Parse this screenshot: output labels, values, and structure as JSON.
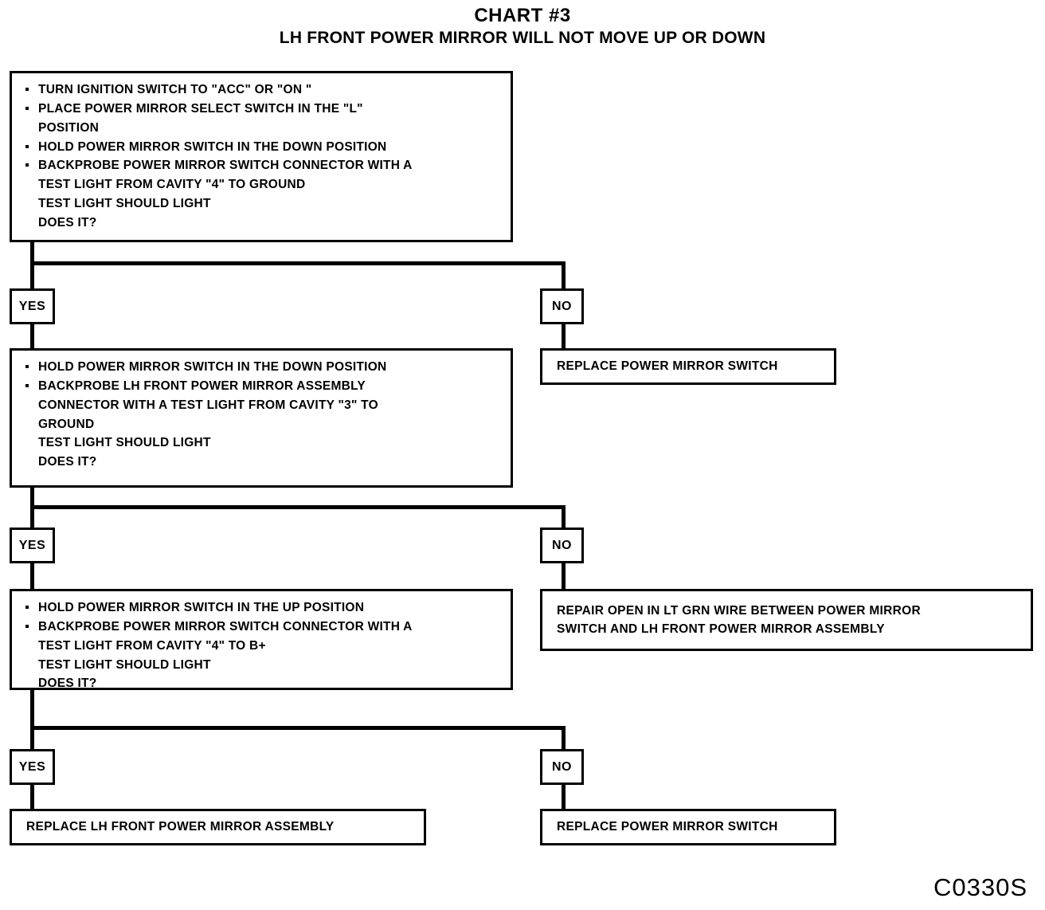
{
  "chart_data": {
    "type": "table",
    "title": "CHART #3",
    "subtitle": "LH FRONT POWER MIRROR WILL NOT MOVE UP OR DOWN",
    "diagram_kind": "troubleshooting-flowchart",
    "nodes": [
      {
        "id": "step1",
        "kind": "decision",
        "lines": [
          "TURN IGNITION SWITCH TO \"ACC\" OR \"ON \"",
          "PLACE POWER MIRROR SELECT SWITCH IN THE \"L\"",
          "POSITION",
          "HOLD POWER MIRROR SWITCH IN THE DOWN POSITION",
          "BACKPROBE POWER MIRROR SWITCH CONNECTOR WITH A",
          "TEST LIGHT FROM CAVITY \"4\" TO GROUND",
          "TEST LIGHT SHOULD LIGHT",
          "DOES IT?"
        ]
      },
      {
        "id": "step2",
        "kind": "decision",
        "lines": [
          "HOLD POWER MIRROR SWITCH IN THE DOWN POSITION",
          "BACKPROBE LH FRONT POWER MIRROR ASSEMBLY",
          "CONNECTOR WITH A TEST LIGHT FROM CAVITY \"3\" TO",
          "GROUND",
          "TEST LIGHT SHOULD LIGHT",
          "DOES IT?"
        ]
      },
      {
        "id": "step3",
        "kind": "decision",
        "lines": [
          "HOLD POWER MIRROR SWITCH IN THE UP POSITION",
          "BACKPROBE POWER MIRROR SWITCH CONNECTOR WITH A",
          "TEST LIGHT FROM CAVITY \"4\" TO B+",
          "TEST LIGHT SHOULD LIGHT",
          "DOES IT?"
        ]
      },
      {
        "id": "action1",
        "kind": "action",
        "text": "REPLACE POWER MIRROR SWITCH"
      },
      {
        "id": "action2",
        "kind": "action",
        "text": "REPAIR OPEN IN LT GRN WIRE BETWEEN POWER MIRROR SWITCH AND LH FRONT POWER MIRROR ASSEMBLY"
      },
      {
        "id": "action3",
        "kind": "action",
        "text": "REPLACE LH FRONT POWER MIRROR ASSEMBLY"
      },
      {
        "id": "action4",
        "kind": "action",
        "text": "REPLACE POWER MIRROR SWITCH"
      }
    ],
    "edge_labels": [
      "YES",
      "NO",
      "YES",
      "NO",
      "YES",
      "NO"
    ],
    "line_color": "#000000",
    "background": "#ffffff"
  },
  "header": {
    "title": "CHART #3",
    "subtitle": "LH FRONT POWER MIRROR WILL NOT MOVE UP OR DOWN"
  },
  "step1": {
    "b1": "TURN IGNITION SWITCH TO \"ACC\" OR \"ON \"",
    "b2": "PLACE POWER MIRROR SELECT SWITCH IN THE \"L\"",
    "b2c": "POSITION",
    "b3": "HOLD POWER MIRROR SWITCH IN THE DOWN POSITION",
    "b4": "BACKPROBE POWER MIRROR SWITCH CONNECTOR WITH A",
    "b4c1": "TEST LIGHT FROM CAVITY \"4\" TO GROUND",
    "b4c2": "TEST LIGHT SHOULD LIGHT",
    "b4c3": "DOES IT?"
  },
  "step2": {
    "b1": "HOLD POWER MIRROR SWITCH IN THE DOWN POSITION",
    "b2": "BACKPROBE LH FRONT POWER MIRROR ASSEMBLY",
    "b2c1": "CONNECTOR WITH A TEST LIGHT FROM CAVITY \"3\" TO",
    "b2c2": "GROUND",
    "b2c3": "TEST LIGHT SHOULD LIGHT",
    "b2c4": "DOES IT?"
  },
  "step3": {
    "b1": "HOLD POWER MIRROR SWITCH IN THE UP POSITION",
    "b2": "BACKPROBE POWER MIRROR SWITCH CONNECTOR WITH A",
    "b2c1": "TEST LIGHT FROM CAVITY \"4\" TO B+",
    "b2c2": "TEST LIGHT SHOULD LIGHT",
    "b2c3": "DOES IT?"
  },
  "branches": {
    "yes1": "YES",
    "no1": "NO",
    "yes2": "YES",
    "no2": "NO",
    "yes3": "YES",
    "no3": "NO"
  },
  "actions": {
    "replace_switch_1": "REPLACE POWER MIRROR SWITCH",
    "repair_open_line1": "REPAIR OPEN IN LT GRN WIRE BETWEEN POWER MIRROR",
    "repair_open_line2": "SWITCH AND LH FRONT POWER MIRROR ASSEMBLY",
    "replace_assembly": "REPLACE LH FRONT POWER MIRROR ASSEMBLY",
    "replace_switch_2": "REPLACE POWER MIRROR SWITCH"
  },
  "footer": {
    "code": "C0330S"
  }
}
